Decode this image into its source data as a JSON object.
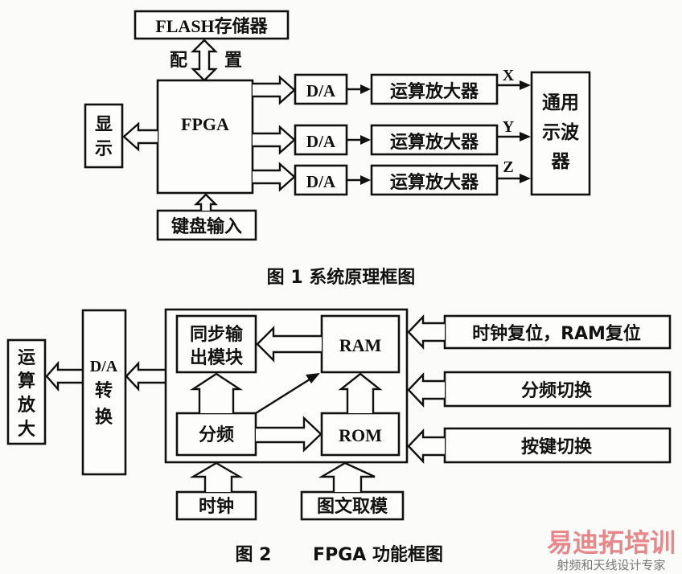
{
  "figure1": {
    "caption": "图 1   系统原理框图",
    "flash": "FLASH存储器",
    "config_left": "配",
    "config_right": "置",
    "fpga": "FPGA",
    "display": [
      "显",
      "示"
    ],
    "keyboard": "键盘输入",
    "da": [
      "D/A",
      "D/A",
      "D/A"
    ],
    "amps": [
      "运算放大器",
      "运算放大器",
      "运算放大器"
    ],
    "channels": [
      "X",
      "Y",
      "Z"
    ],
    "scope": [
      "通用",
      "示波",
      "器"
    ]
  },
  "figure2": {
    "caption_prefix": "图 2",
    "caption_text": "FPGA 功能框图",
    "opamp": [
      "运",
      "算",
      "放",
      "大"
    ],
    "da_label": "D/A",
    "da_convert": [
      "转",
      "换"
    ],
    "sync_out": [
      "同步输",
      "出模块"
    ],
    "ram": "RAM",
    "rom": "ROM",
    "divider": "分频",
    "clock": "时钟",
    "glyph": "图文取模",
    "reset": "时钟复位，RAM复位",
    "div_switch": "分频切换",
    "key_switch": "按键切换"
  },
  "watermark": {
    "title": "易迪拓培训",
    "subtitle": "射频和天线设计专家",
    "color_red": "#e8878a",
    "color_blue": "#8fb3e0"
  }
}
